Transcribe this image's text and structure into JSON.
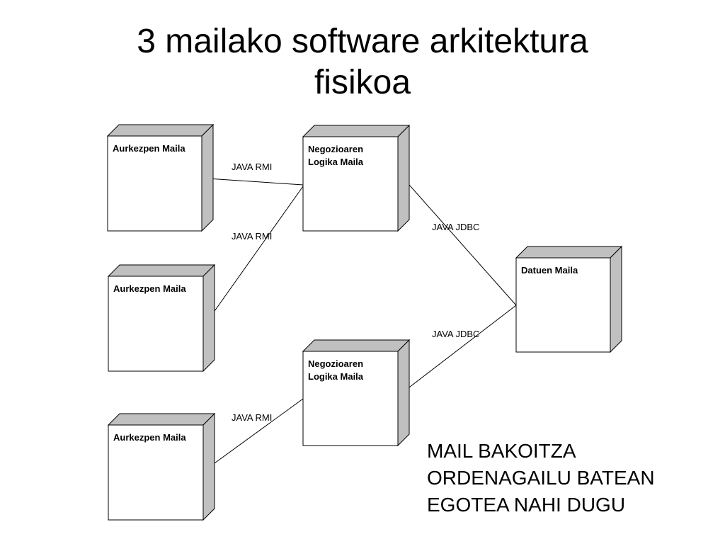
{
  "title": {
    "line1": "3 mailako software arkitektura",
    "line2": "fisikoa"
  },
  "nodes": [
    {
      "id": "presentation-1",
      "lines": [
        "Aurkezpen Maila"
      ]
    },
    {
      "id": "presentation-2",
      "lines": [
        "Aurkezpen Maila"
      ]
    },
    {
      "id": "presentation-3",
      "lines": [
        "Aurkezpen Maila"
      ]
    },
    {
      "id": "business-1",
      "lines": [
        "Negozioaren",
        "Logika Maila"
      ]
    },
    {
      "id": "business-2",
      "lines": [
        "Negozioaren",
        "Logika Maila"
      ]
    },
    {
      "id": "data-1",
      "lines": [
        "Datuen Maila"
      ]
    }
  ],
  "connections": [
    {
      "from": "presentation-1",
      "to": "business-1",
      "label": "JAVA RMI"
    },
    {
      "from": "presentation-2",
      "to": "business-1",
      "label": "JAVA RMI"
    },
    {
      "from": "presentation-3",
      "to": "business-2",
      "label": "JAVA RMI"
    },
    {
      "from": "business-1",
      "to": "data-1",
      "label": "JAVA JDBC"
    },
    {
      "from": "business-2",
      "to": "data-1",
      "label": "JAVA JDBC"
    }
  ],
  "note": {
    "line1": "MAIL BAKOITZA",
    "line2": "ORDENAGAILU BATEAN",
    "line3": "EGOTEA NAHI DUGU"
  }
}
